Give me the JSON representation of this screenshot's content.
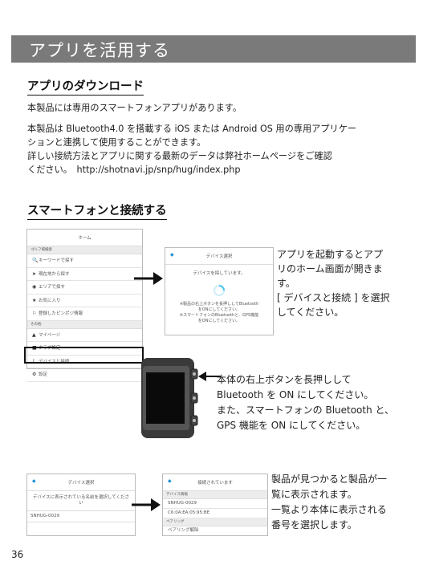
{
  "banner": {
    "title": "アプリを活用する"
  },
  "section1": {
    "heading": "アプリのダウンロード",
    "para1": "本製品には専用のスマートフォンアプリがあります。",
    "para2_lines": [
      "本製品は Bluetooth4.0 を搭載する iOS または Android OS 用の専用アプリケー",
      "ションと連携して使用することができます。",
      "詳しい接続方法とアプリに関する最新のデータは弊社ホームページをご確認",
      "ください。　http://shotnavi.jp/snp/hug/index.php"
    ]
  },
  "section2": {
    "heading": "スマートフォンと接続する"
  },
  "home_screen": {
    "title": "ホーム",
    "section_a": "ゴルフ場検索",
    "items_a": [
      {
        "icon": "search-icon",
        "glyph": "🔍",
        "label": "キーワードで探す"
      },
      {
        "icon": "location-icon",
        "glyph": "➤",
        "label": "現在地から探す"
      },
      {
        "icon": "globe-icon",
        "glyph": "◉",
        "label": "エリアで探す"
      },
      {
        "icon": "star-icon",
        "glyph": "★",
        "label": "お気に入り"
      },
      {
        "icon": "flag-icon",
        "glyph": "⚐",
        "label": "登録したピンポジ情報"
      }
    ],
    "section_b": "その他",
    "items_b": [
      {
        "icon": "user-icon",
        "glyph": "▲",
        "label": "マイページ"
      },
      {
        "icon": "club-icon",
        "glyph": "■",
        "label": "クラブ設定"
      },
      {
        "icon": "bluetooth-icon",
        "glyph": "ᛒ",
        "label": "デバイスと接続"
      },
      {
        "icon": "settings-icon",
        "glyph": "⚙",
        "label": "設定"
      }
    ]
  },
  "device_select_screen": {
    "title": "デバイス選択",
    "searching": "デバイスを探しています。",
    "note_lines": [
      "※製品の右上ボタンを長押ししてBluetooth",
      "をONにしてください。",
      "※スマートフォンのBluetoothと、GPS機能",
      "をONにしてください。"
    ]
  },
  "note1_lines": [
    "アプリを起動するとアプ",
    "リのホーム画面が開きま",
    "す。",
    "[ デバイスと接続 ] を選択",
    "してください。"
  ],
  "note2_lines": [
    "本体の右上ボタンを長押しして",
    "Bluetooth を ON にしてください。",
    "また、スマートフォンの Bluetooth と、",
    "GPS 機能を ON にしてください。"
  ],
  "device_found_screen": {
    "title": "デバイス選択",
    "message": "デバイスに表示されている名前を選択してください",
    "device_name": "SNHUG-0029"
  },
  "connected_screen": {
    "title": "接続されています",
    "section_a": "デバイス情報",
    "device_name": "SNHUG-0029",
    "device_id": "C6:0A:EA:05:95:BE",
    "section_b": "ペアリング",
    "unpair": "ペアリング解除"
  },
  "note3_lines": [
    "製品が見つかると製品が一",
    "覧に表示されます。",
    "一覧より本体に表示される",
    "番号を選択します。"
  ],
  "page_number": "36",
  "colors": {
    "banner": "#7a7a7a",
    "accent_blue": "#1e8fd6",
    "spinner": "#4fc3e8"
  }
}
